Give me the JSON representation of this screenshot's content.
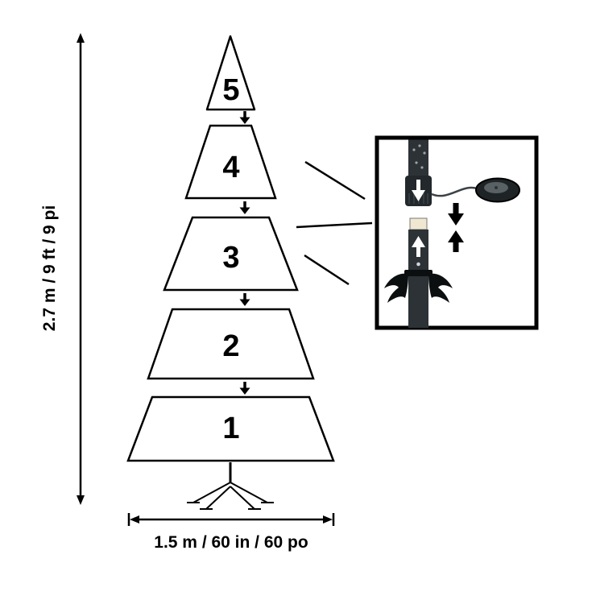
{
  "diagram": {
    "height_label": "2.7 m / 9 ft / 9 pi",
    "width_label": "1.5 m / 60 in / 60 po",
    "sections": [
      {
        "number": "5"
      },
      {
        "number": "4"
      },
      {
        "number": "3"
      },
      {
        "number": "2"
      },
      {
        "number": "1"
      }
    ],
    "colors": {
      "outline": "#000000",
      "background": "#ffffff",
      "pole_dark": "#2c3236",
      "connector_dark": "#22282c",
      "pole_tip": "#efe7d2"
    },
    "icons": {
      "section_connector": "down-arrow-icon",
      "inset_insert": "down-arrow-icon",
      "inset_receive": "up-arrow-icon",
      "inset_cap": "round-cap-icon"
    }
  }
}
